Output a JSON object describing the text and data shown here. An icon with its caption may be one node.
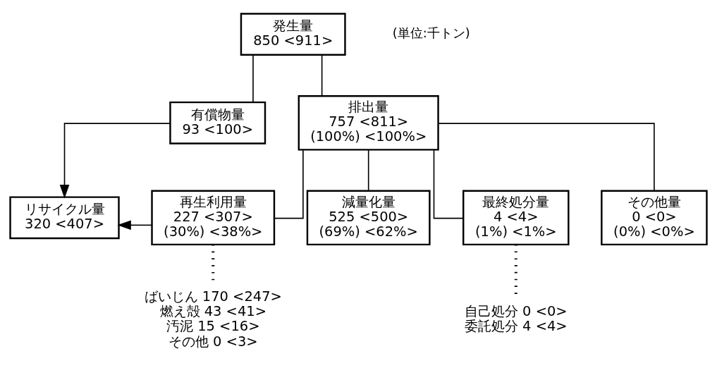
{
  "diagram": {
    "nodes": [
      {
        "text": [
          "発生量",
          "850 <911>"
        ]
      },
      {
        "text": [
          "有償物量",
          "93 <100>"
        ]
      },
      {
        "text": [
          "排出量",
          "757 <811>",
          "(100%) <100%>"
        ]
      },
      {
        "text": [
          "リサイクル量",
          "320 <407>"
        ]
      },
      {
        "text": [
          "再生利用量",
          "227 <307>",
          "(30%) <38%>"
        ]
      },
      {
        "text": [
          "減量化量",
          "525 <500>",
          "(69%) <62%>"
        ]
      },
      {
        "text": [
          "最終処分量",
          "4 <4>",
          "(1%) <1%>"
        ]
      },
      {
        "text": [
          "その他量",
          "0 <0>",
          "(0%) <0%>"
        ]
      },
      {
        "text": [
          "ばいじん 170 <247>",
          "燃え殻 43 <41>",
          "汚泥 15 <16>",
          "その他 0 <3>"
        ]
      },
      {
        "text": [
          "自己処分 0 <0>",
          "委託処分 4 <4>"
        ]
      }
    ],
    "edges": [
      {
        "from": 0,
        "to": 1,
        "arrow": "none"
      },
      {
        "from": 0,
        "to": 2,
        "arrow": "none"
      },
      {
        "from": 1,
        "to": 3,
        "arrow": "to"
      },
      {
        "from": 2,
        "to": 4,
        "arrow": "none"
      },
      {
        "from": 2,
        "to": 5,
        "arrow": "none"
      },
      {
        "from": 2,
        "to": 6,
        "arrow": "none"
      },
      {
        "from": 2,
        "to": 7,
        "arrow": "none"
      },
      {
        "from": 4,
        "to": 3,
        "arrow": "to"
      },
      {
        "from": 4,
        "to": 8,
        "arrow": "none",
        "style": "dashed"
      },
      {
        "from": 6,
        "to": 9,
        "arrow": "none",
        "style": "dashed"
      }
    ],
    "labels": [
      "(単位:千トン)"
    ]
  }
}
